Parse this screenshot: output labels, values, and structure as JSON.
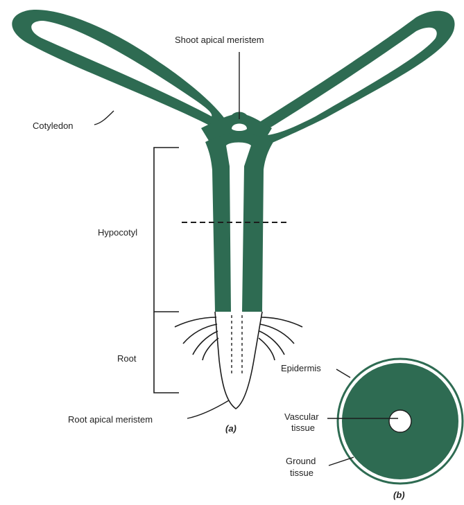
{
  "colors": {
    "tissue": "#2e6b52",
    "line": "#1c1c1c",
    "background": "#ffffff"
  },
  "labels": {
    "shoot_apical_meristem": "Shoot apical meristem",
    "cotyledon": "Cotyledon",
    "hypocotyl": "Hypocotyl",
    "root": "Root",
    "root_apical_meristem": "Root apical meristem",
    "epidermis": "Epidermis",
    "vascular_tissue_line1": "Vascular",
    "vascular_tissue_line2": "tissue",
    "ground_tissue_line1": "Ground",
    "ground_tissue_line2": "tissue"
  },
  "captions": {
    "a": "(a)",
    "b": "(b)"
  }
}
